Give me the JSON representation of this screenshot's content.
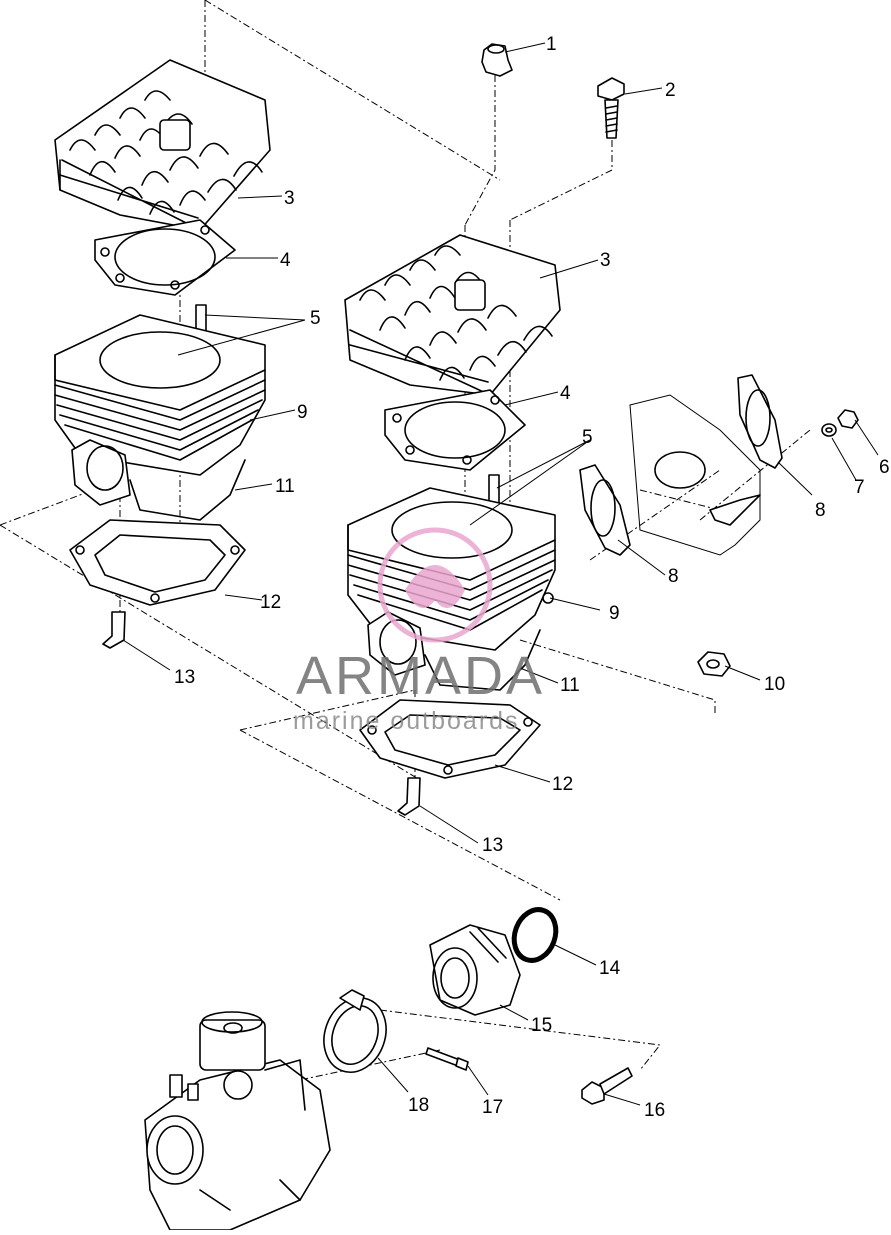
{
  "callouts": [
    {
      "id": "1",
      "text": "1"
    },
    {
      "id": "2",
      "text": "2"
    },
    {
      "id": "3a",
      "text": "3"
    },
    {
      "id": "3b",
      "text": "3"
    },
    {
      "id": "4a",
      "text": "4"
    },
    {
      "id": "4b",
      "text": "4"
    },
    {
      "id": "5a",
      "text": "5"
    },
    {
      "id": "5b",
      "text": "5"
    },
    {
      "id": "6",
      "text": "6"
    },
    {
      "id": "7",
      "text": "7"
    },
    {
      "id": "8a",
      "text": "8"
    },
    {
      "id": "8b",
      "text": "8"
    },
    {
      "id": "9a",
      "text": "9"
    },
    {
      "id": "9b",
      "text": "9"
    },
    {
      "id": "10",
      "text": "10"
    },
    {
      "id": "11a",
      "text": "11"
    },
    {
      "id": "11b",
      "text": "11"
    },
    {
      "id": "12a",
      "text": "12"
    },
    {
      "id": "12b",
      "text": "12"
    },
    {
      "id": "13a",
      "text": "13"
    },
    {
      "id": "13b",
      "text": "13"
    },
    {
      "id": "14",
      "text": "14"
    },
    {
      "id": "15",
      "text": "15"
    },
    {
      "id": "16",
      "text": "16"
    },
    {
      "id": "17",
      "text": "17"
    },
    {
      "id": "18",
      "text": "18"
    }
  ],
  "watermark": {
    "title": "ARMADA",
    "subtitle": "marine outboards",
    "logo_color": "#e9a6cf",
    "text_color": "#6f6f6f"
  }
}
